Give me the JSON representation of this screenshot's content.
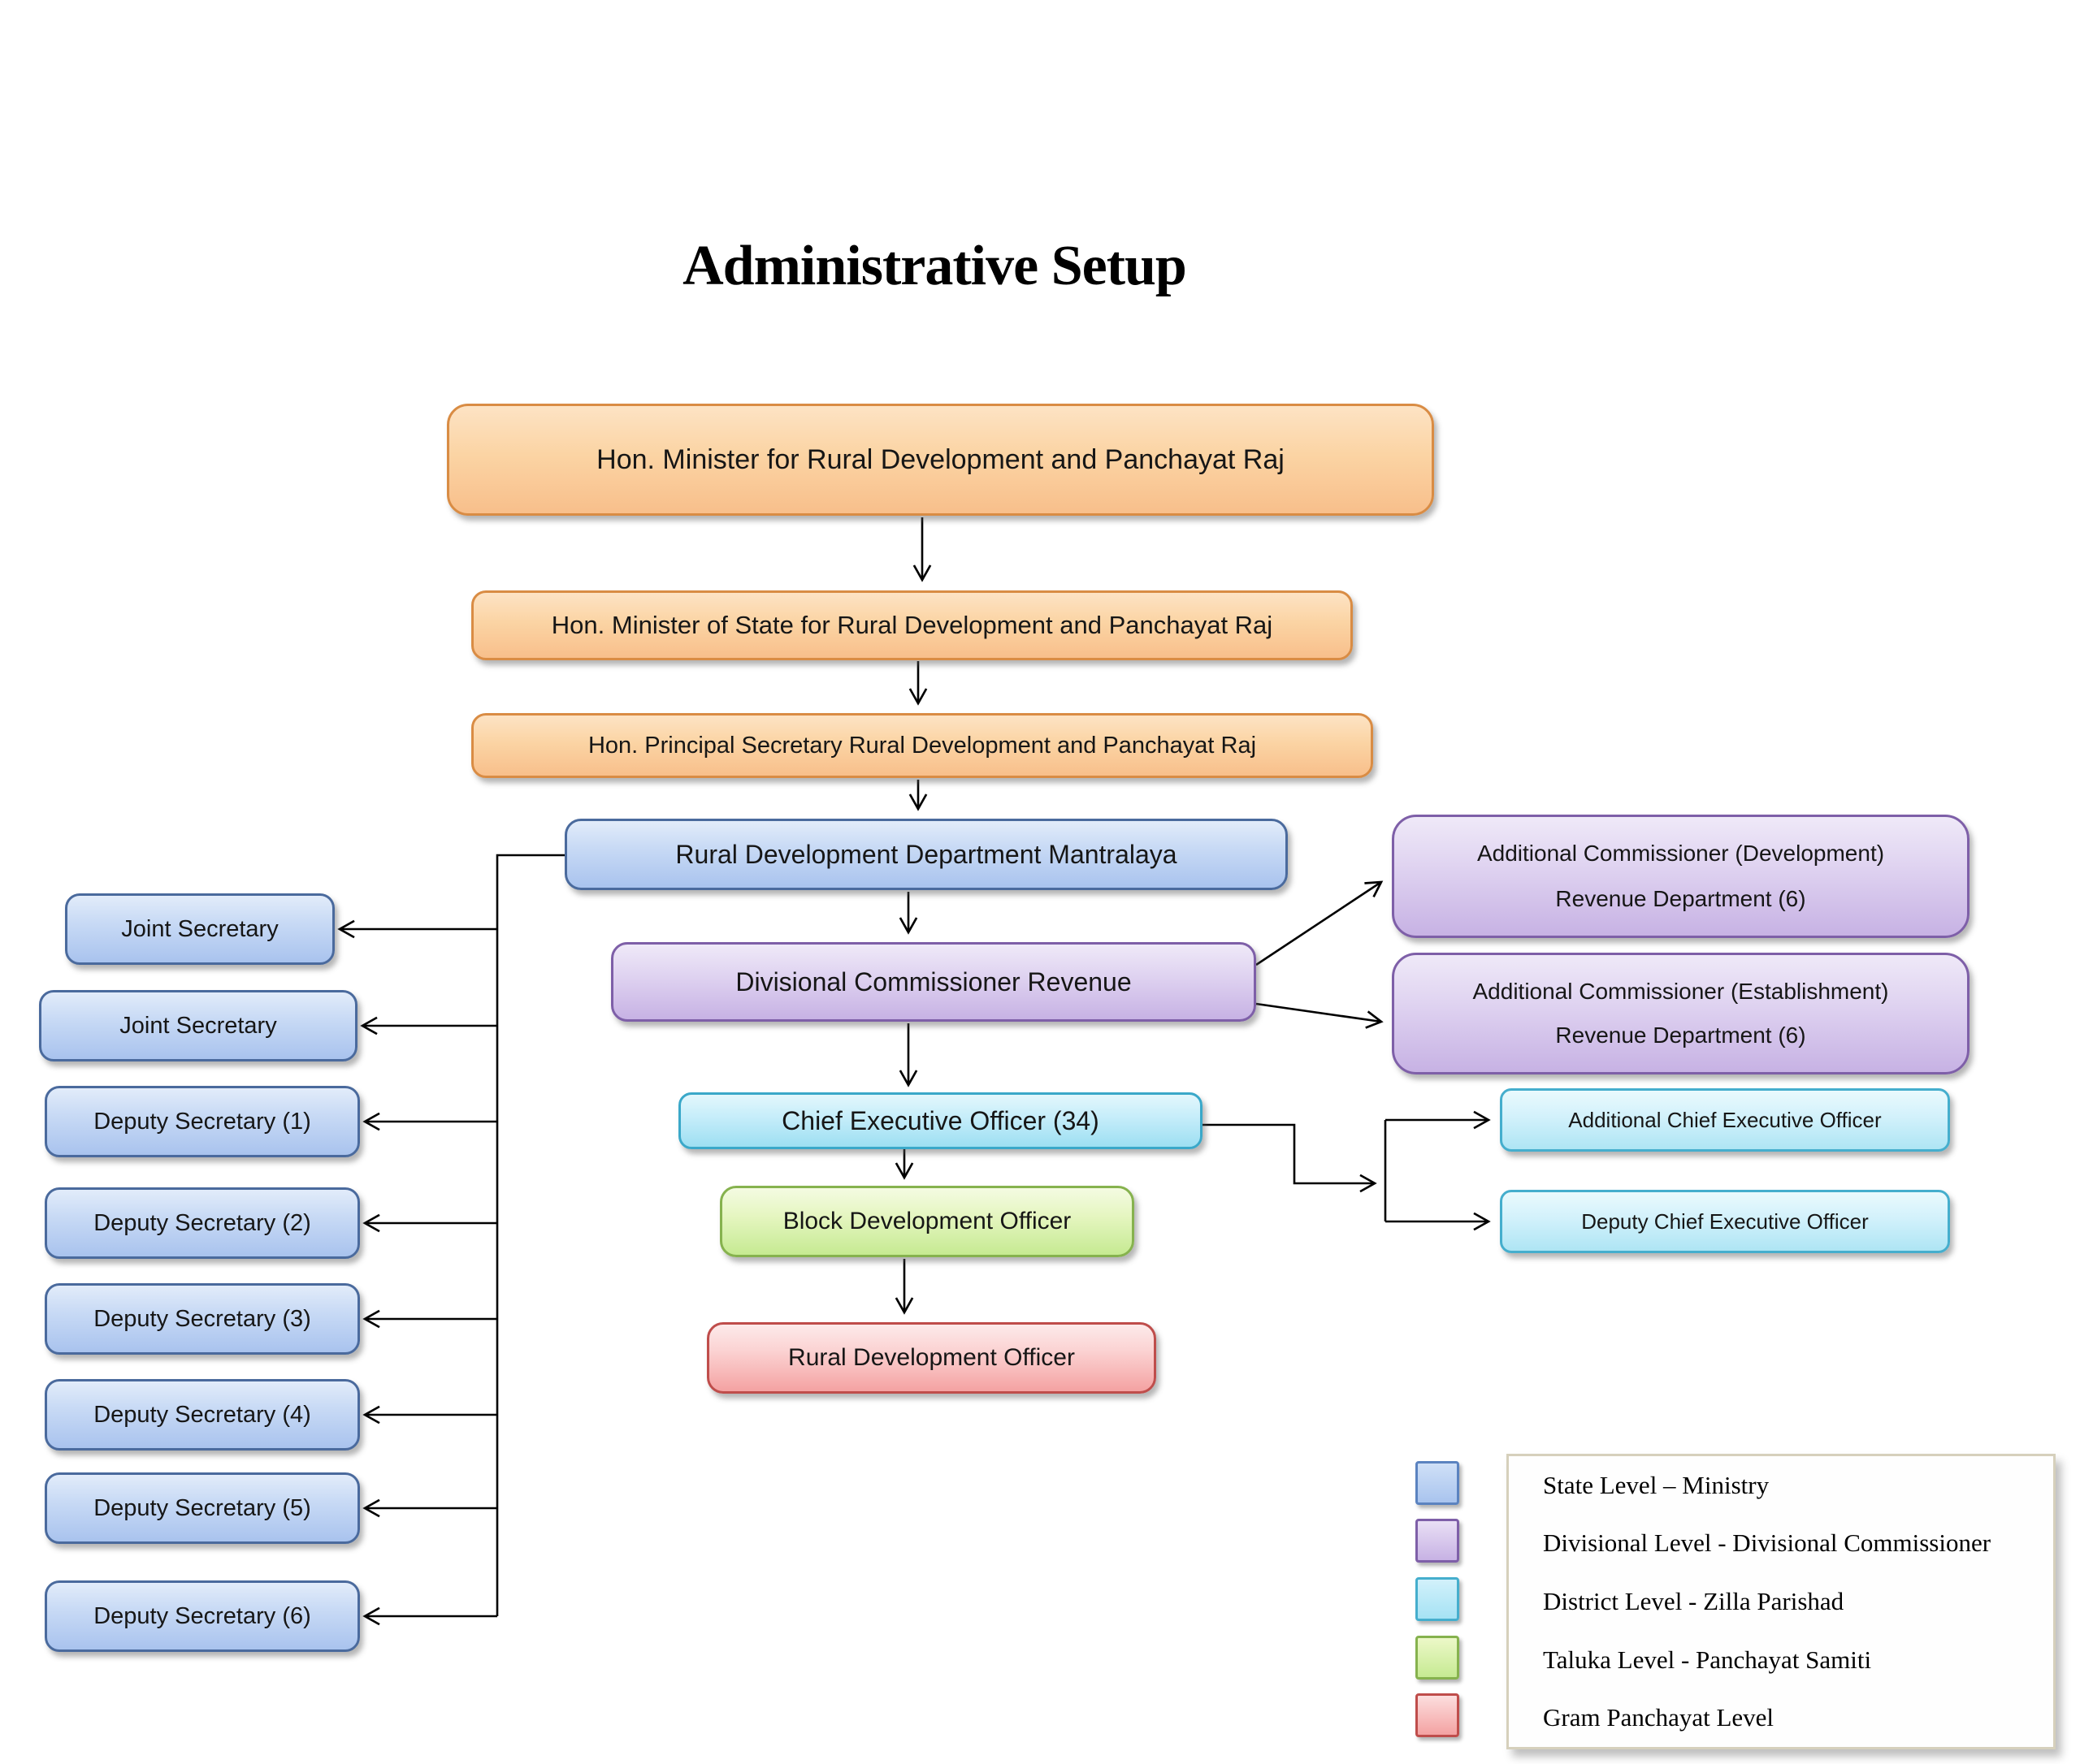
{
  "title": "Administrative Setup",
  "nodes": {
    "minister": "Hon. Minister for Rural Development and Panchayat Raj",
    "minister_of_state": "Hon. Minister of State for Rural Development and Panchayat Raj",
    "principal_secretary": "Hon. Principal Secretary Rural Development and Panchayat Raj",
    "mantralaya": "Rural Development Department Mantralaya",
    "divisional_commissioner": "Divisional Commissioner Revenue",
    "additional_commissioner_development": {
      "line1": "Additional Commissioner (Development)",
      "line2": "Revenue Department (6)"
    },
    "additional_commissioner_establishment": {
      "line1": "Additional Commissioner (Establishment)",
      "line2": "Revenue Department (6)"
    },
    "chief_executive_officer": "Chief Executive Officer (34)",
    "additional_chief_executive_officer": "Additional Chief Executive Officer",
    "deputy_chief_executive_officer": "Deputy Chief Executive Officer",
    "block_development_officer": "Block Development Officer",
    "rural_development_officer": "Rural Development Officer",
    "secretariat": [
      "Joint Secretary",
      "Joint Secretary",
      "Deputy Secretary (1)",
      "Deputy Secretary (2)",
      "Deputy Secretary (3)",
      "Deputy Secretary (4)",
      "Deputy Secretary (5)",
      "Deputy Secretary (6)"
    ]
  },
  "legend": {
    "items": [
      {
        "label": "State Level – Ministry",
        "swatch": {
          "top": "#cfe0f7",
          "bottom": "#a9c4ee",
          "border": "#5b83c0"
        }
      },
      {
        "label": "Divisional Level - Divisional Commissioner",
        "swatch": {
          "top": "#e9dff5",
          "bottom": "#c7b2e4",
          "border": "#7e5fa8"
        }
      },
      {
        "label": "District Level - Zilla Parishad",
        "swatch": {
          "top": "#d2f1fb",
          "bottom": "#a5e2f4",
          "border": "#45aecd"
        }
      },
      {
        "label": "Taluka Level - Panchayat Samiti",
        "swatch": {
          "top": "#ecf8c8",
          "bottom": "#c6ea92",
          "border": "#86b24e"
        }
      },
      {
        "label": "Gram Panchayat Level",
        "swatch": {
          "top": "#fcdede",
          "bottom": "#f4a2a2",
          "border": "#bf4d4b"
        }
      }
    ]
  },
  "palette": {
    "ministry_orange": {
      "top": "#fde3c4",
      "bottom": "#f8bf8b",
      "border": "#d98c44"
    },
    "state_blue": {
      "top": "#e2ecfa",
      "bottom": "#a9c3ee",
      "border": "#4a6a9d"
    },
    "divisional_purple": {
      "top": "#efe9f8",
      "bottom": "#c7b2e4",
      "border": "#7e5fa8"
    },
    "district_cyan": {
      "top": "#e3f7fc",
      "bottom": "#9ddff2",
      "border": "#3aa8c9"
    },
    "taluka_green": {
      "top": "#f4fbe2",
      "bottom": "#c6ea92",
      "border": "#86b24e"
    },
    "gram_red": {
      "top": "#fdeaea",
      "bottom": "#f4a2a2",
      "border": "#bf4d4b"
    },
    "connector_black": "#000000"
  }
}
